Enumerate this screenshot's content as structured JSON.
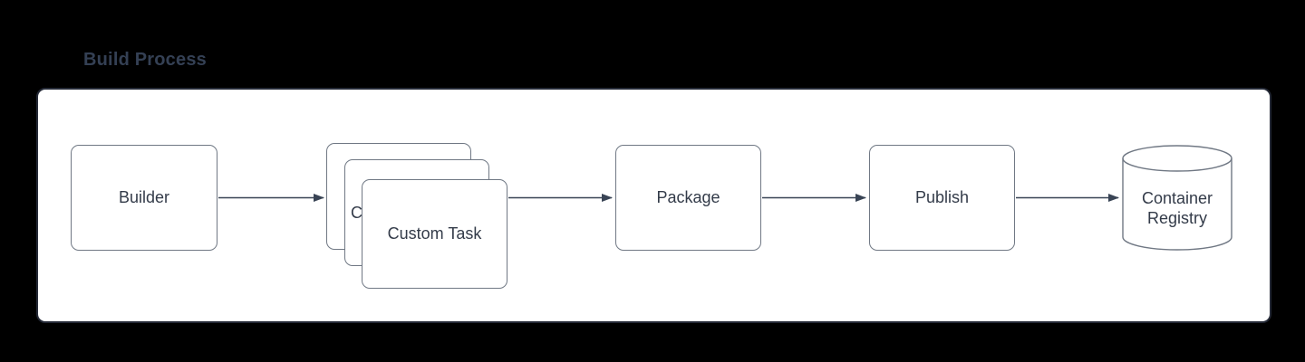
{
  "title": "Build Process",
  "nodes": [
    {
      "id": "builder",
      "label": "Builder"
    },
    {
      "id": "custom-task-back",
      "label": ""
    },
    {
      "id": "custom-task-middle",
      "label": "Custom Task"
    },
    {
      "id": "custom-task-front",
      "label": "Custom Task"
    },
    {
      "id": "package",
      "label": "Package"
    },
    {
      "id": "publish",
      "label": "Publish"
    },
    {
      "id": "container-registry",
      "label": "Container Registry"
    }
  ],
  "edges": [
    {
      "from": "Builder",
      "to": "Custom Task"
    },
    {
      "from": "Custom Task",
      "to": "Package"
    },
    {
      "from": "Package",
      "to": "Publish"
    },
    {
      "from": "Publish",
      "to": "Container Registry"
    }
  ],
  "colors": {
    "background": "#000000",
    "frame_fill": "#ffffff",
    "frame_border": "#242936",
    "node_fill": "#ffffff",
    "node_border": "#707884",
    "node_text": "#333b49",
    "title_text": "#344054",
    "arrow": "#394455"
  }
}
